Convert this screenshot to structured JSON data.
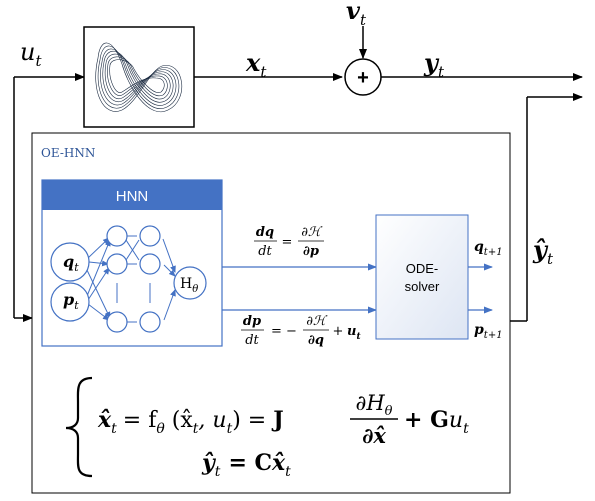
{
  "signals": {
    "input": "u",
    "input_sub": "t",
    "noise": "v",
    "noise_sub": "t",
    "state": "x",
    "state_sub": "t",
    "output": "y",
    "output_sub": "t",
    "estimate": "ŷ",
    "estimate_sub": "t"
  },
  "sum_symbol": "+",
  "model_box": {
    "label": "OE-HNN"
  },
  "hnn_block": {
    "title": "HNN",
    "input_q": "q",
    "input_q_sub": "t",
    "input_p": "p",
    "input_p_sub": "t",
    "output_node": "H",
    "output_node_sub": "θ"
  },
  "equations": {
    "dq_num": "dq",
    "dq_den": "dt",
    "dq_rhs_num": "∂ℋ",
    "dq_rhs_den": "∂p",
    "dp_num": "dp",
    "dp_den": "dt",
    "dp_minus": "= −",
    "dp_rhs_num": "∂ℋ",
    "dp_rhs_den": "∂q",
    "dp_plus": "+",
    "dp_u": "u",
    "dp_u_sub": "t",
    "equals": "="
  },
  "solver": {
    "line1": "ODE-",
    "line2": "solver"
  },
  "solver_outputs": {
    "q_next": "q",
    "q_next_sub": "t+1",
    "p_next": "p",
    "p_next_sub": "t+1"
  },
  "system": {
    "line1_lhs": "x̂",
    "line1_lhs_sub": "t",
    "line1_eq": "= f",
    "line1_f_sub": "θ",
    "line1_args": " (x̂",
    "line1_args_sub": "t",
    "line1_args_end": ", u",
    "line1_args_end_sub": "t",
    "line1_close": ") = ",
    "line1_J": "J",
    "frac_num": "∂H",
    "frac_num_sub": "θ",
    "frac_den": "∂x̂",
    "line1_G": "+ G",
    "line1_u": "u",
    "line1_u_sub": "t",
    "line2_lhs": "ŷ",
    "line2_lhs_sub": "t",
    "line2_eq": "= C",
    "line2_x": "x̂",
    "line2_x_sub": "t"
  },
  "colors": {
    "hnn_header": "#4472c4",
    "hnn_border": "#4472c4",
    "flow_arrow": "#4472c4",
    "model_label": "#2e5597",
    "solver_fill": "#e9eef8",
    "node_stroke": "#4472c4"
  },
  "icons": {
    "plant": "attractor-curve-icon"
  }
}
